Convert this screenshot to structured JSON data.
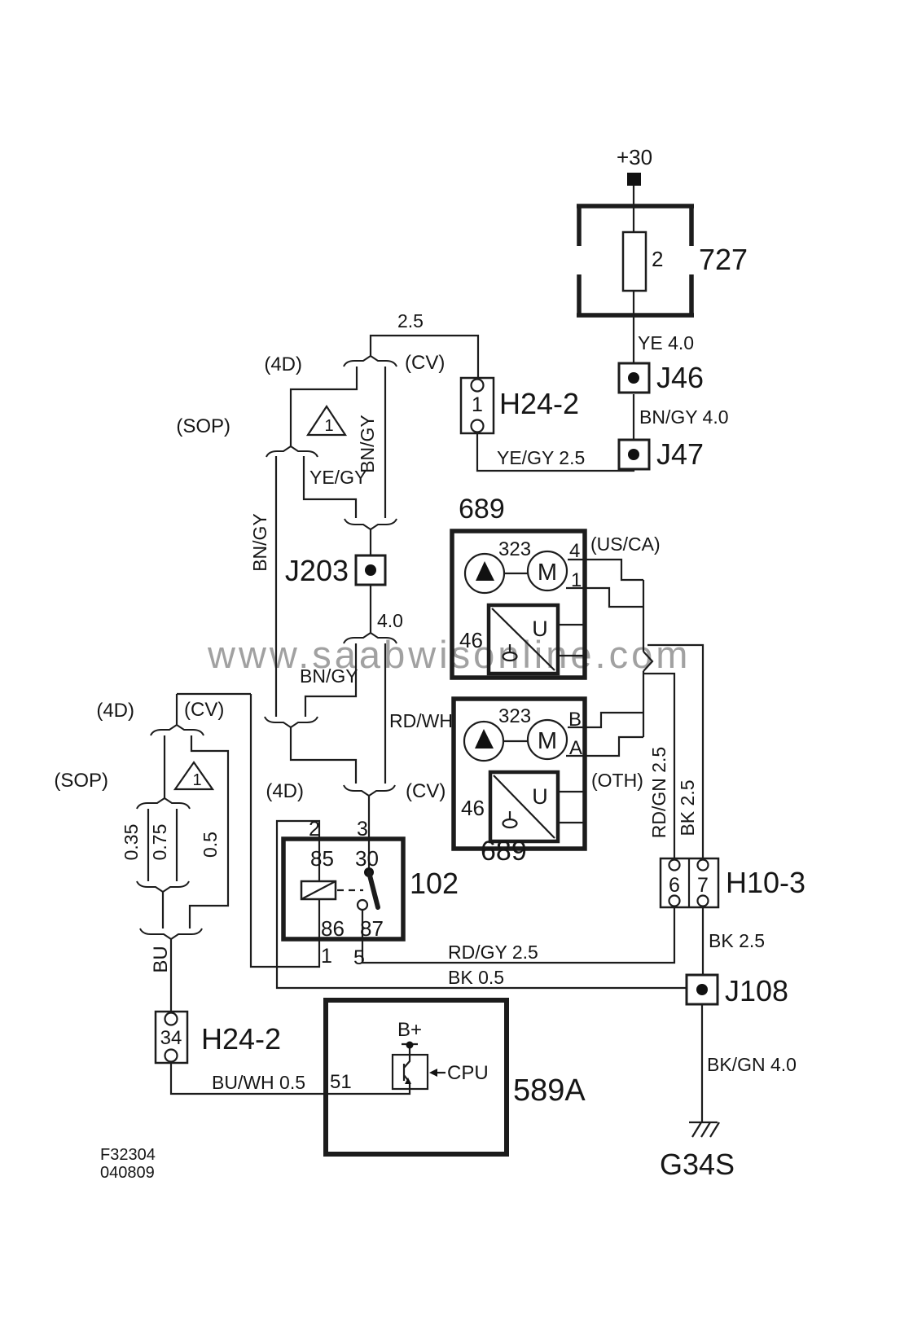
{
  "watermark": "www.saabwisonline.com",
  "footer": {
    "line1": "F32304",
    "line2": "040809"
  },
  "power": {
    "terminal": "+30",
    "fuse_id": "727",
    "fuse_pin": "2",
    "wire_ye": "YE 4.0",
    "splice_a": "J46",
    "wire_bngy": "BN/GY 4.0",
    "splice_b": "J47",
    "wire_yegy": "YE/GY 2.5"
  },
  "connector_top": {
    "id": "H24-2",
    "pin": "1",
    "wire_in": "2.5"
  },
  "split_top": {
    "left": "(4D)",
    "right": "(CV)",
    "wire_right": "BN/GY"
  },
  "sop_top": {
    "label": "(SOP)",
    "triangle": "1",
    "wire_left": "BN/GY",
    "wire_right": "YE/GY"
  },
  "j203": {
    "id": "J203",
    "wire_out": "4.0",
    "wire_left": "BN/GY",
    "wire_right": "RD/WH"
  },
  "pump_us": {
    "id": "689",
    "part": "323",
    "pin_top": "4",
    "pin_bottom": "1",
    "variant": "(US/CA)",
    "motor": "M",
    "sensor": "U",
    "sensor_pin": "46"
  },
  "pump_oth": {
    "id": "689",
    "part": "323",
    "pin_top": "B",
    "pin_bottom": "A",
    "variant": "(OTH)",
    "motor": "M",
    "sensor": "U",
    "sensor_pin": "46"
  },
  "left": {
    "v4d": "(4D)",
    "vcv": "(CV)",
    "sop": "(SOP)",
    "triangle": "1",
    "w035": "0.35",
    "w075": "0.75",
    "w05": "0.5"
  },
  "relay": {
    "id": "102",
    "v4d": "(4D)",
    "vcv": "(CV)",
    "p2": "2",
    "p3": "3",
    "p85": "85",
    "p30": "30",
    "p86": "86",
    "p87": "87",
    "p1": "1",
    "p5": "5"
  },
  "h10": {
    "id": "H10-3",
    "p6": "6",
    "p7": "7",
    "rdgn": "RD/GN 2.5",
    "bk_vert": "BK 2.5",
    "bk_below": "BK 2.5"
  },
  "gpath": {
    "rdgy": "RD/GY 2.5",
    "bk05": "BK 0.5",
    "j108": "J108",
    "bkgn": "BK/GN 4.0",
    "gid": "G34S"
  },
  "h24b": {
    "id": "H24-2",
    "pin": "34",
    "bu": "BU",
    "buwh": "BU/WH 0.5"
  },
  "ecu": {
    "id": "589A",
    "pin51": "51",
    "bplus": "B+",
    "cpu": "CPU"
  }
}
